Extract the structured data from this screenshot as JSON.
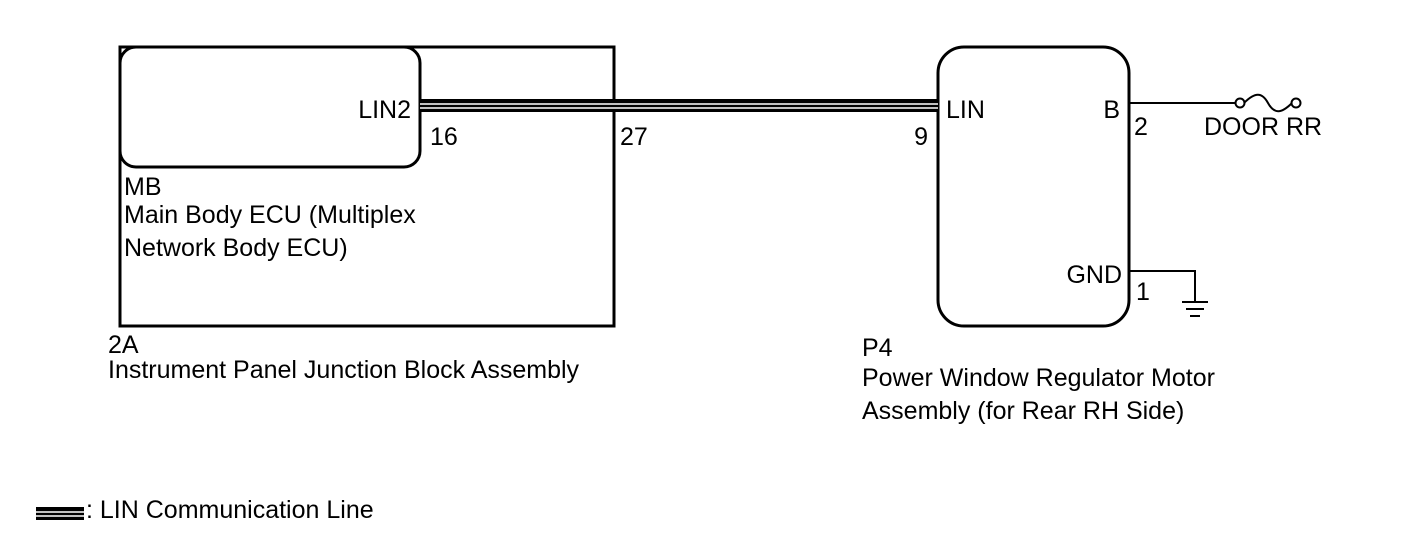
{
  "main_body_ecu": {
    "pin_name": "LIN2",
    "pin_number": "16",
    "code": "MB",
    "name_line1": "Main Body ECU (Multiplex",
    "name_line2": "Network Body ECU)"
  },
  "junction_block": {
    "pin_number": "27",
    "code": "2A",
    "name": "Instrument Panel Junction Block Assembly"
  },
  "motor": {
    "lin_pin_name": "LIN",
    "lin_pin_number": "9",
    "b_pin_name": "B",
    "b_pin_number": "2",
    "gnd_pin_name": "GND",
    "gnd_pin_number": "1",
    "code": "P4",
    "name_line1": "Power Window Regulator Motor",
    "name_line2": "Assembly (for Rear RH Side)"
  },
  "fuse": {
    "label": "DOOR RR"
  },
  "legend": {
    "text": ": LIN Communication Line"
  }
}
